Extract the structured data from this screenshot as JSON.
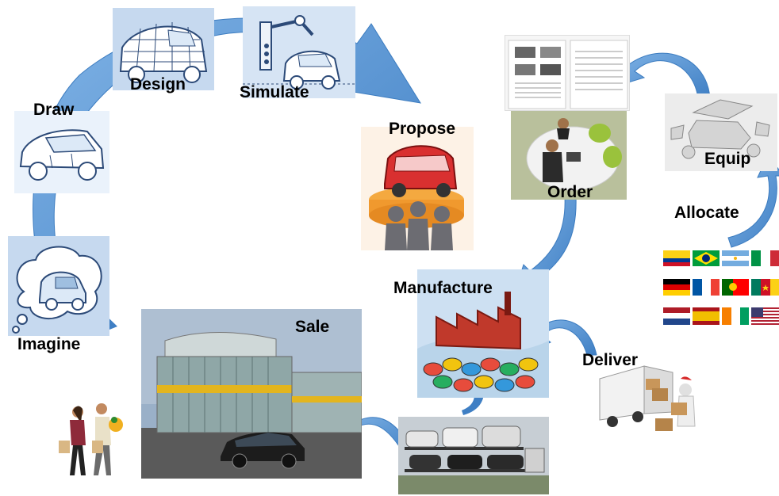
{
  "colors": {
    "arrow": "#5b9bd5",
    "arrow_stroke": "#3c7cc0",
    "panel_blue": "#c6d9ef",
    "sketch_line": "#2c4a78"
  },
  "stages": {
    "imagine": "Imagine",
    "draw": "Draw",
    "design": "Design",
    "simulate": "Simulate",
    "propose": "Propose",
    "order": "Order",
    "equip": "Equip",
    "allocate": "Allocate",
    "manufacture": "Manufacture",
    "deliver": "Deliver",
    "sale": "Sale"
  },
  "flags": [
    "colombia",
    "brazil",
    "argentina",
    "italy",
    "germany",
    "france",
    "portugal",
    "cameroon",
    "netherlands",
    "spain",
    "ivory-coast",
    "usa"
  ]
}
